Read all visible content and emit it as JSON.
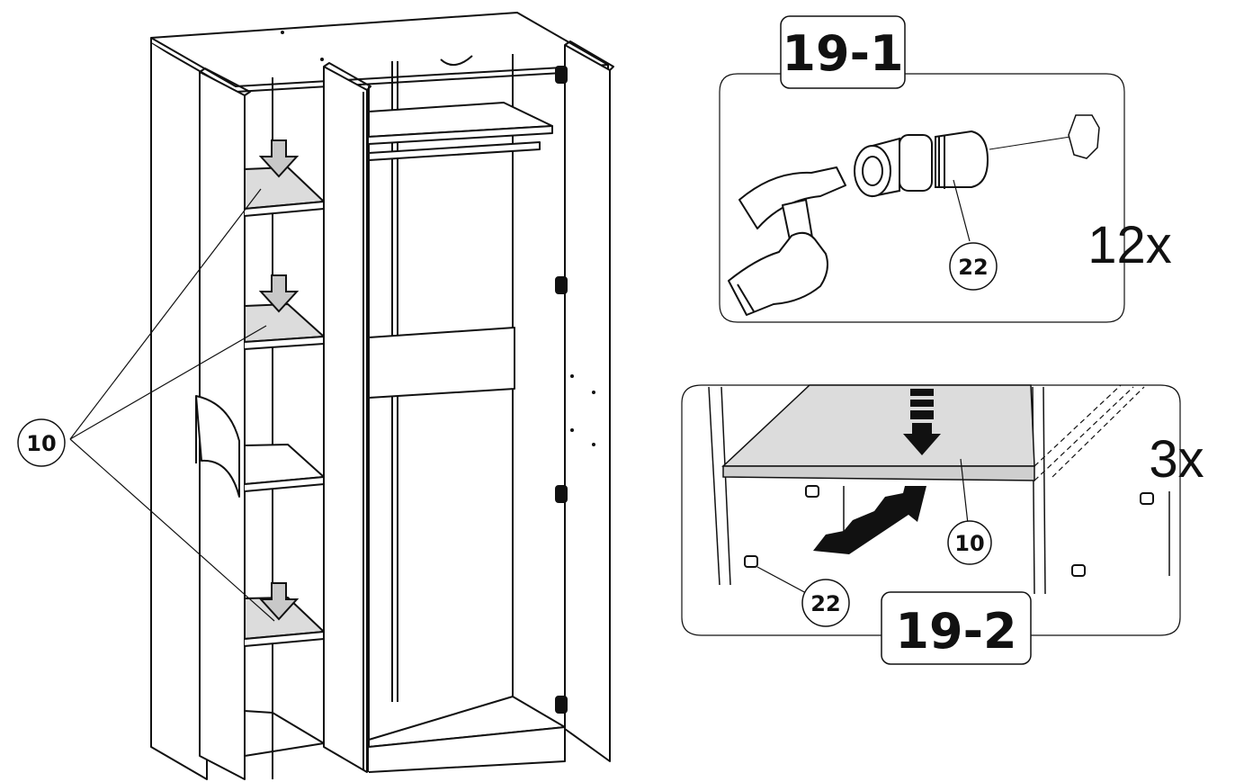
{
  "step1": {
    "title": "19-1",
    "count": "12x",
    "part": "22"
  },
  "step2": {
    "title": "19-2",
    "count": "3x",
    "part_shelf": "10",
    "part_pin": "22"
  },
  "wardrobe": {
    "part": "10"
  },
  "colors": {
    "line": "#111111",
    "shelf_fill": "#dcdcdc",
    "arrow_fill": "#c8c8c8",
    "dark_arrow": "#111111"
  }
}
